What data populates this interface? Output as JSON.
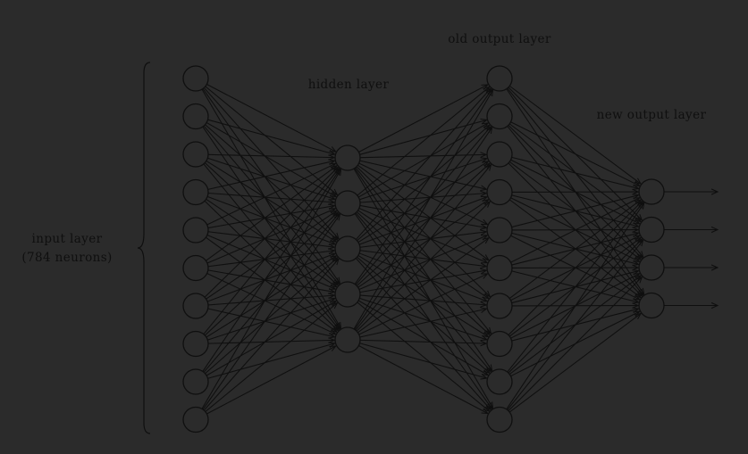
{
  "labels": {
    "input_layer": "input layer",
    "input_neurons": "(784 neurons)",
    "hidden_layer": "hidden layer",
    "old_output_layer": "old output layer",
    "new_output_layer": "new output layer"
  },
  "layers": {
    "input_count": 10,
    "hidden_count": 5,
    "old_output_count": 10,
    "new_output_count": 4
  },
  "colors": {
    "background": "#2b2b2b",
    "stroke": "#0f0f0f",
    "node_fill": "#2b2b2b",
    "text": "#0f0f0f"
  }
}
